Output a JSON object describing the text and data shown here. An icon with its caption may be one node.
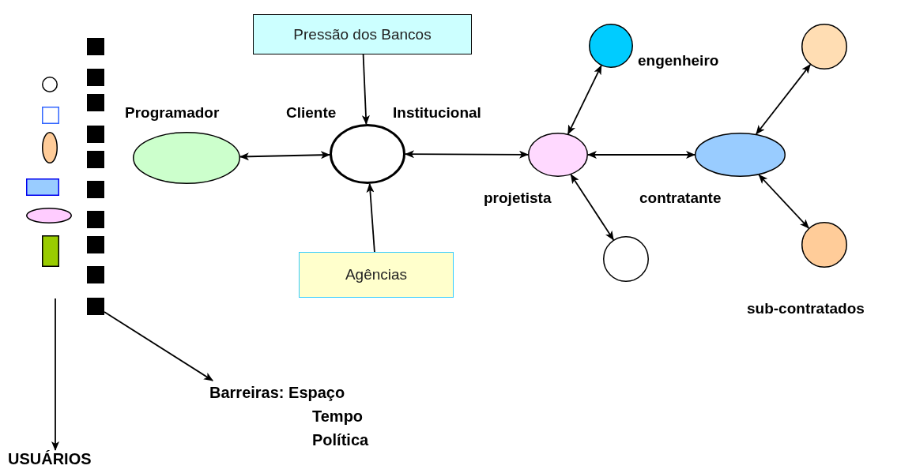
{
  "diagram": {
    "nodes": [
      {
        "text": [
          "Pressão dos Bancos"
        ]
      },
      {
        "text": [
          "Programador"
        ]
      },
      {
        "text": [
          "Cliente Institucional"
        ]
      },
      {
        "text": [
          "Agências"
        ]
      },
      {
        "text": [
          "projetista"
        ]
      },
      {
        "text": [
          "engenheiro"
        ]
      },
      {
        "text": [],
        "shape": "circle"
      },
      {
        "text": [
          "contratante"
        ]
      },
      {
        "text": [],
        "shape": "circle"
      },
      {
        "text": [],
        "shape": "circle"
      },
      {
        "text": [
          "USUÁRIOS"
        ]
      },
      {
        "text": [
          "Barreiras: Espaço Tempo Política"
        ]
      },
      {
        "text": [],
        "shape": "circle"
      },
      {
        "text": [],
        "shape": "box"
      },
      {
        "text": [],
        "shape": "ellipse"
      },
      {
        "text": [],
        "shape": "box"
      },
      {
        "text": [],
        "shape": "ellipse"
      },
      {
        "text": [],
        "shape": "box"
      },
      {
        "text": [],
        "shape": "box"
      },
      {
        "text": [],
        "shape": "box"
      },
      {
        "text": [],
        "shape": "box"
      },
      {
        "text": [],
        "shape": "box"
      },
      {
        "text": [],
        "shape": "box"
      },
      {
        "text": [],
        "shape": "box"
      },
      {
        "text": [],
        "shape": "box"
      },
      {
        "text": [],
        "shape": "box"
      },
      {
        "text": [],
        "shape": "box"
      },
      {
        "text": [],
        "shape": "box"
      }
    ],
    "edges": [
      {
        "from": 0,
        "to": 2,
        "arrow": "to"
      },
      {
        "from": 3,
        "to": 2,
        "arrow": "to"
      },
      {
        "from": 1,
        "to": 2,
        "arrow": "both"
      },
      {
        "from": 2,
        "to": 4,
        "arrow": "both"
      },
      {
        "from": 4,
        "to": 5,
        "arrow": "both"
      },
      {
        "from": 4,
        "to": 6,
        "arrow": "both"
      },
      {
        "from": 4,
        "to": 7,
        "arrow": "both"
      },
      {
        "from": 7,
        "to": 8,
        "arrow": "both"
      },
      {
        "from": 7,
        "to": 9,
        "arrow": "both"
      },
      {
        "from": null,
        "to": 10,
        "arrow": "to"
      },
      {
        "from": 27,
        "to": 11,
        "arrow": "to"
      }
    ],
    "labels": [
      "sub-contratados"
    ]
  }
}
